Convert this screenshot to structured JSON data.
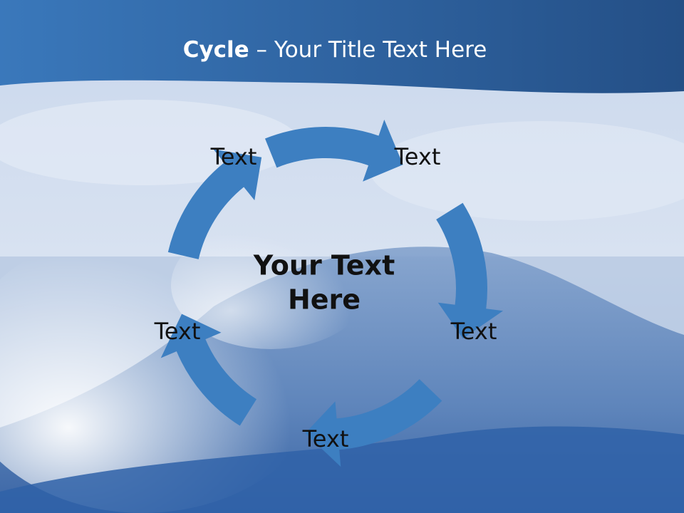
{
  "slide": {
    "title_strong": "Cycle",
    "title_rest": " – Your Title Text Here",
    "center_line1": "Your Text",
    "center_line2": "Here",
    "nodes": [
      {
        "label": "Text"
      },
      {
        "label": "Text"
      },
      {
        "label": "Text"
      },
      {
        "label": "Text"
      },
      {
        "label": "Text"
      }
    ]
  },
  "colors": {
    "header": "#2a5f9c",
    "arrow": "#3d7fc1",
    "sky": "#d4dff0",
    "wave": "#3d6aa6",
    "foam": "#f2f6fb"
  }
}
